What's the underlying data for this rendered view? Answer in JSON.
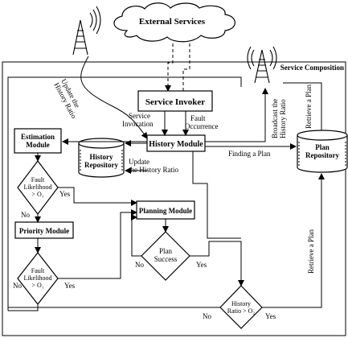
{
  "external_services": "External Services",
  "service_composition": "Service Composition",
  "service_invoker": "Service Invoker",
  "history_module": "History Module",
  "estimation_module": [
    "Estimation",
    "Module"
  ],
  "history_repository": [
    "History",
    "Repository"
  ],
  "plan_repository": [
    "Plan",
    "Repository"
  ],
  "planning_module": "Planning Module",
  "priority_module": "Priority Module",
  "fault_likelihood_1": [
    "Fault",
    "Likelihood",
    "> O₁"
  ],
  "fault_likelihood_2": [
    "Fault",
    "Likelihood",
    "> O₁"
  ],
  "plan_success": [
    "Plan",
    "Success"
  ],
  "history_ratio": [
    "History",
    "Ratio > O₂"
  ],
  "labels": {
    "update_history_ratio_top": [
      "Update the",
      "History Ratio"
    ],
    "service_invocation": [
      "Service",
      "Invocation"
    ],
    "fault_occurrence": [
      "Fault",
      "Occurrence"
    ],
    "broadcast_history_ratio": [
      "Broadcast the",
      "History Ratio"
    ],
    "retrieve_plan_top": "Retrieve a Plan",
    "finding_plan": "Finding a Plan",
    "update_history_ratio_mid": [
      "Update",
      "the History Ratio"
    ],
    "retrieve_plan_bottom": "Retrieve a Plan",
    "yes": "Yes",
    "no": "No"
  }
}
